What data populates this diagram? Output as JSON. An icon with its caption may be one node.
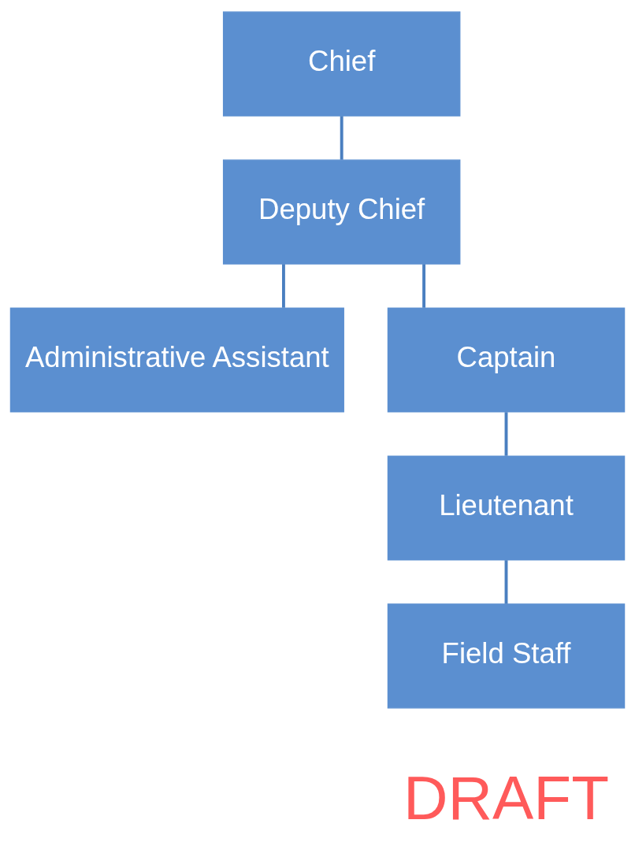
{
  "diagram": {
    "nodes": [
      {
        "text": [
          "Chief"
        ]
      },
      {
        "text": [
          "Deputy Chief"
        ]
      },
      {
        "text": [
          "Administrative Assistant"
        ]
      },
      {
        "text": [
          "Captain"
        ]
      },
      {
        "text": [
          "Lieutenant"
        ]
      },
      {
        "text": [
          "Field Staff"
        ]
      }
    ],
    "edges": [
      {
        "from": 0,
        "to": 1,
        "arrow": "none"
      },
      {
        "from": 1,
        "to": 2,
        "arrow": "none"
      },
      {
        "from": 1,
        "to": 3,
        "arrow": "none"
      },
      {
        "from": 3,
        "to": 4,
        "arrow": "none"
      },
      {
        "from": 4,
        "to": 5,
        "arrow": "none"
      }
    ],
    "labels": [
      "DRAFT"
    ]
  }
}
